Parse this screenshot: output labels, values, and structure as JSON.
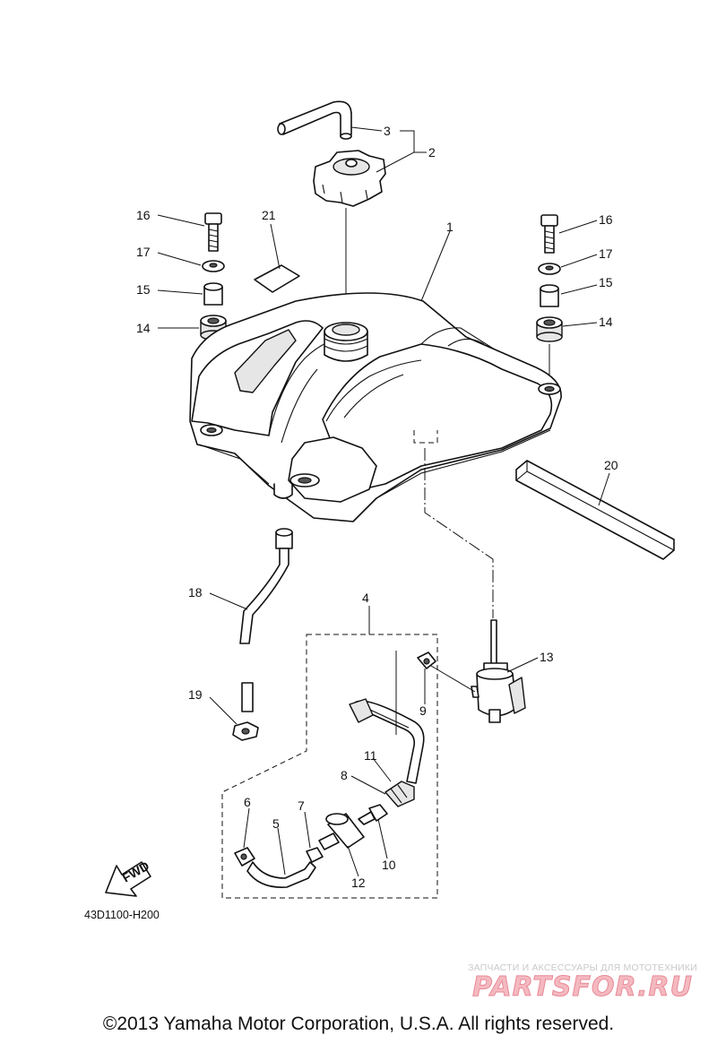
{
  "callouts": {
    "c1": "1",
    "c2": "2",
    "c3": "3",
    "c4": "4",
    "c5": "5",
    "c6": "6",
    "c7": "7",
    "c8": "8",
    "c9": "9",
    "c10": "10",
    "c11": "11",
    "c12": "12",
    "c13": "13",
    "c14_left": "14",
    "c14_right": "14",
    "c15_left": "15",
    "c15_right": "15",
    "c16_left": "16",
    "c16_right": "16",
    "c17_left": "17",
    "c17_right": "17",
    "c18": "18",
    "c19": "19",
    "c20": "20",
    "c21": "21"
  },
  "fwd_label": "FWD",
  "diagram_code": "43D1100-H200",
  "watermark": {
    "tagline": "ЗАПЧАСТИ И АКСЕССУАРЫ ДЛЯ МОТОТЕХНИКИ",
    "logo": "PARTSFOR.RU",
    "color": "#e98a96"
  },
  "copyright": "©2013 Yamaha Motor Corporation, U.S.A. All rights reserved."
}
